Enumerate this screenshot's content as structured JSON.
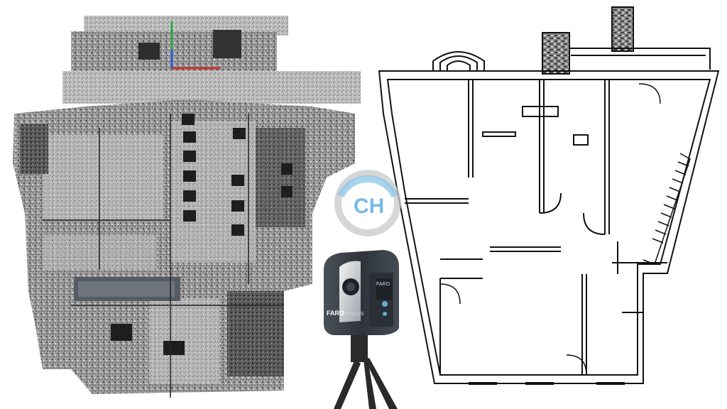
{
  "scanner": {
    "brand_label": "FARO",
    "model_label": "FOCUS",
    "side_label": "FARO"
  },
  "watermark": {
    "text": "CH",
    "color": "#4aa3df"
  },
  "colors": {
    "pointcloud_dark": "#3a3a3a",
    "pointcloud_mid": "#8a8a8a",
    "pointcloud_light": "#c8c8c8",
    "axis_x": "#d0302a",
    "axis_y": "#2aa84a",
    "axis_z": "#2a5ad0",
    "scanner_body": "#3b4048",
    "scanner_accent": "#5fb0d8"
  }
}
